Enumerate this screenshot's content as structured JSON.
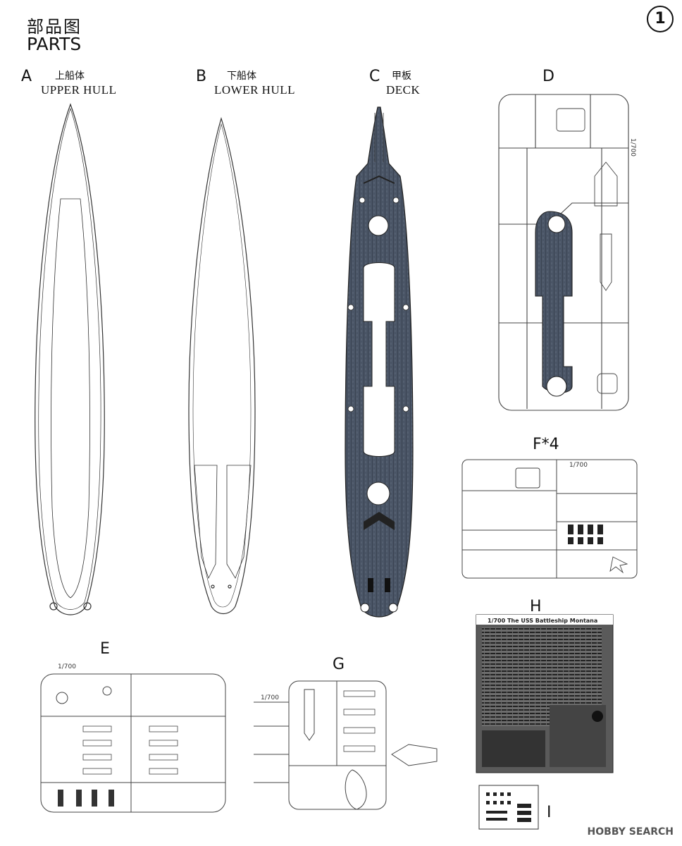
{
  "header": {
    "title_cn": "部品图",
    "title_en": "PARTS",
    "page_number": "1"
  },
  "parts": {
    "a": {
      "letter": "A",
      "label_cn": "上船体",
      "label_en": "UPPER HULL"
    },
    "b": {
      "letter": "B",
      "label_cn": "下船体",
      "label_en": "LOWER HULL"
    },
    "c": {
      "letter": "C",
      "label_cn": "甲板",
      "label_en": "DECK"
    },
    "d": {
      "letter": "D",
      "scale": "1/700"
    },
    "f": {
      "letter": "F*4",
      "scale": "1/700"
    },
    "e": {
      "letter": "E",
      "scale": "1/700"
    },
    "g": {
      "letter": "G",
      "scale": "1/700"
    },
    "h": {
      "letter": "H",
      "sheet_title": "1/700 The USS Battleship Montana"
    },
    "i": {
      "letter": "I"
    }
  },
  "watermark": "HOBBY SEARCH"
}
